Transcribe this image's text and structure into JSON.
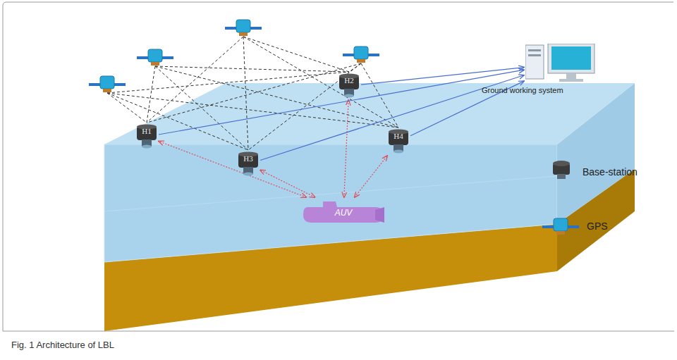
{
  "diagram": {
    "caption": "Fig. 1 Architecture of LBL",
    "nodes": [
      {
        "text": [
          "H1"
        ]
      },
      {
        "text": [
          "H2"
        ]
      },
      {
        "text": [
          "H3"
        ]
      },
      {
        "text": [
          "H4"
        ]
      },
      {
        "text": [
          "AUV"
        ]
      },
      {
        "text": [
          "Ground working system"
        ]
      }
    ],
    "edges": [
      {
        "from": 4,
        "to": 0,
        "arrow": "both"
      },
      {
        "from": 4,
        "to": 1,
        "arrow": "both"
      },
      {
        "from": 4,
        "to": 2,
        "arrow": "both"
      },
      {
        "from": 4,
        "to": 3,
        "arrow": "both"
      },
      {
        "from": 0,
        "to": 5,
        "arrow": "to"
      },
      {
        "from": 1,
        "to": 5,
        "arrow": "to"
      },
      {
        "from": 2,
        "to": 5,
        "arrow": "to"
      },
      {
        "from": 3,
        "to": 5,
        "arrow": "to"
      }
    ],
    "legend": [
      {
        "text": "Base-station"
      },
      {
        "text": "GPS"
      }
    ]
  }
}
